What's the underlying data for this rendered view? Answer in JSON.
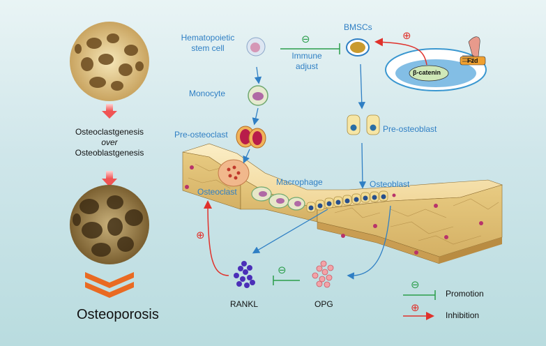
{
  "left_panel": {
    "process_line1": "Osteoclastgenesis",
    "process_line2": "over",
    "process_line3": "Osteoblastgenesis",
    "outcome": "Osteoporosis"
  },
  "cells": {
    "hematopoietic_line1": "Hematopoietic",
    "hematopoietic_line2": "stem cell",
    "monocyte": "Monocyte",
    "pre_osteoclast": "Pre-osteoclast",
    "osteoclast": "Osteoclast",
    "macrophage": "Macrophage",
    "bmscs": "BMSCs",
    "pre_osteoblast": "Pre-osteoblast",
    "osteoblast": "Osteoblast"
  },
  "immune": {
    "line1": "Immune",
    "line2": "adjust"
  },
  "signaling": {
    "beta_catenin": "β-catenin",
    "fzd": "Fzd"
  },
  "molecules": {
    "rankl": "RANKL",
    "opg": "OPG"
  },
  "legend": {
    "promotion": "Promotion",
    "inhibition": "Inhibition"
  },
  "symbols": {
    "plus": "⊕",
    "minus": "⊖"
  },
  "colors": {
    "label_blue": "#2f7fc4",
    "inhibit_green": "#2a9d4a",
    "promote_red": "#e0312b",
    "chevron_orange": "#e96a22",
    "bone_tan": "#f3dca2"
  }
}
